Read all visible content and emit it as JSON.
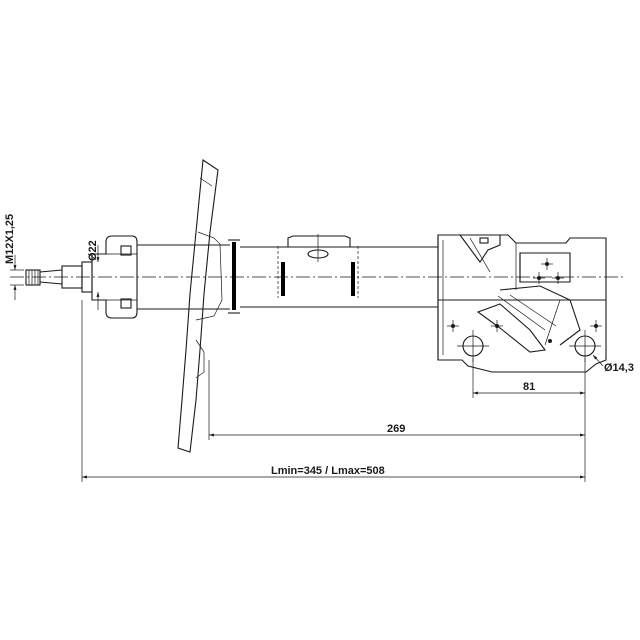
{
  "dimensions": {
    "thread": "M12X1,25",
    "rod_diameter": "Ø22",
    "hole_diameter": "Ø14,3",
    "hole_spacing": "81",
    "length_269": "269",
    "length_total": "Lmin=345 / Lmax=508"
  }
}
